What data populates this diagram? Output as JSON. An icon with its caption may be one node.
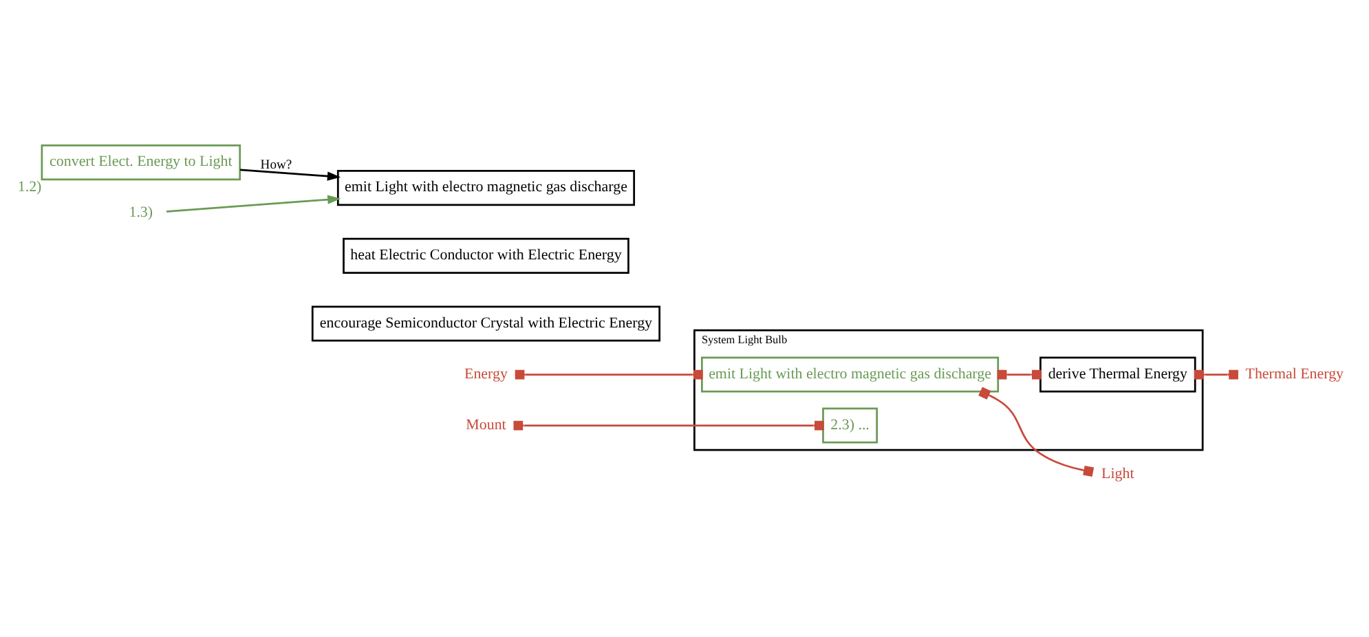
{
  "diagram": {
    "nodes": [
      {
        "text": [
          "convert Elect. Energy to Light"
        ],
        "beside": [
          "1.2)"
        ]
      },
      {
        "text": [
          "emit Light with electro magnetic gas discharge"
        ]
      },
      {
        "text": [
          "heat Electric Conductor with Electric Energy"
        ]
      },
      {
        "text": [
          "encourage Semiconductor Crystal with Electric Energy"
        ]
      },
      {
        "text": [
          "1.3)"
        ]
      },
      {
        "text": [
          "System Light Bulb"
        ]
      },
      {
        "text": [
          "emit Light with electro magnetic gas discharge"
        ],
        "in": 5
      },
      {
        "text": [
          "derive Thermal Energy"
        ],
        "in": 5
      },
      {
        "text": [
          "2.3) ..."
        ],
        "in": 5
      },
      {
        "text": [
          "Energy"
        ]
      },
      {
        "text": [
          "Light"
        ]
      },
      {
        "text": [
          "Thermal Energy"
        ]
      },
      {
        "text": [
          "Mount"
        ]
      }
    ],
    "edges": [
      {
        "from": 0,
        "to": 1,
        "arrow": "to",
        "label": "How?",
        "color": "#000000"
      },
      {
        "from": 4,
        "to": 1,
        "arrow": "to",
        "color": "#6a9a55"
      },
      {
        "from": 9,
        "to": 6,
        "arrow": "other",
        "color": "#c84a3a"
      },
      {
        "from": 6,
        "to": 10,
        "arrow": "other",
        "color": "#c84a3a"
      },
      {
        "from": 6,
        "to": 7,
        "arrow": "other",
        "color": "#c84a3a"
      },
      {
        "from": 7,
        "to": 11,
        "arrow": "other",
        "color": "#c84a3a"
      },
      {
        "from": 12,
        "to": 8,
        "arrow": "other",
        "color": "#c84a3a"
      }
    ]
  }
}
